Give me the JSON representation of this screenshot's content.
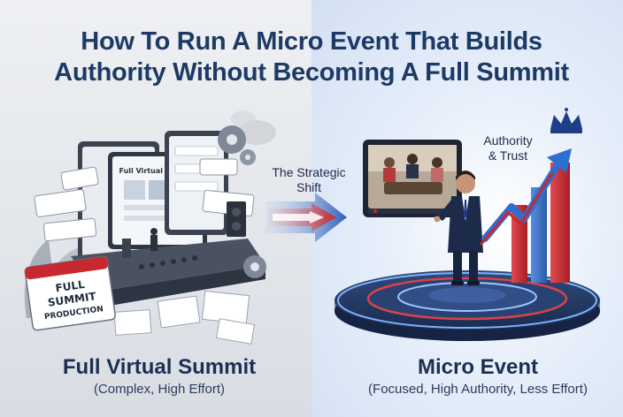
{
  "title": {
    "line1": "How To Run A Micro Event That Builds",
    "line2": "Authority Without Becoming A Full Summit"
  },
  "left": {
    "heading": "Full Virtual Summit",
    "subheading": "(Complex, High Effort)",
    "screen_title": "Full Virtual Summit",
    "calendar_text": [
      "FULL",
      "SUMMIT",
      "PRODUCTION"
    ],
    "icons": [
      "gear-icon",
      "calendar-icon",
      "document-icon",
      "screen-icon"
    ]
  },
  "center": {
    "shift_label_line1": "The Strategic",
    "shift_label_line2": "Shift",
    "icons": [
      "arrow-right-icon"
    ]
  },
  "right": {
    "heading": "Micro Event",
    "subheading": "(Focused, High Authority, Less Effort)",
    "authority_line1": "Authority",
    "authority_line2": "& Trust",
    "icons": [
      "crown-icon",
      "video-call-icon",
      "growth-arrow-icon",
      "podium-icon"
    ]
  },
  "colors": {
    "title": "#1d3a66",
    "accent_red": "#c8282f",
    "accent_blue": "#2d6fd1",
    "navy": "#1b2f52"
  }
}
